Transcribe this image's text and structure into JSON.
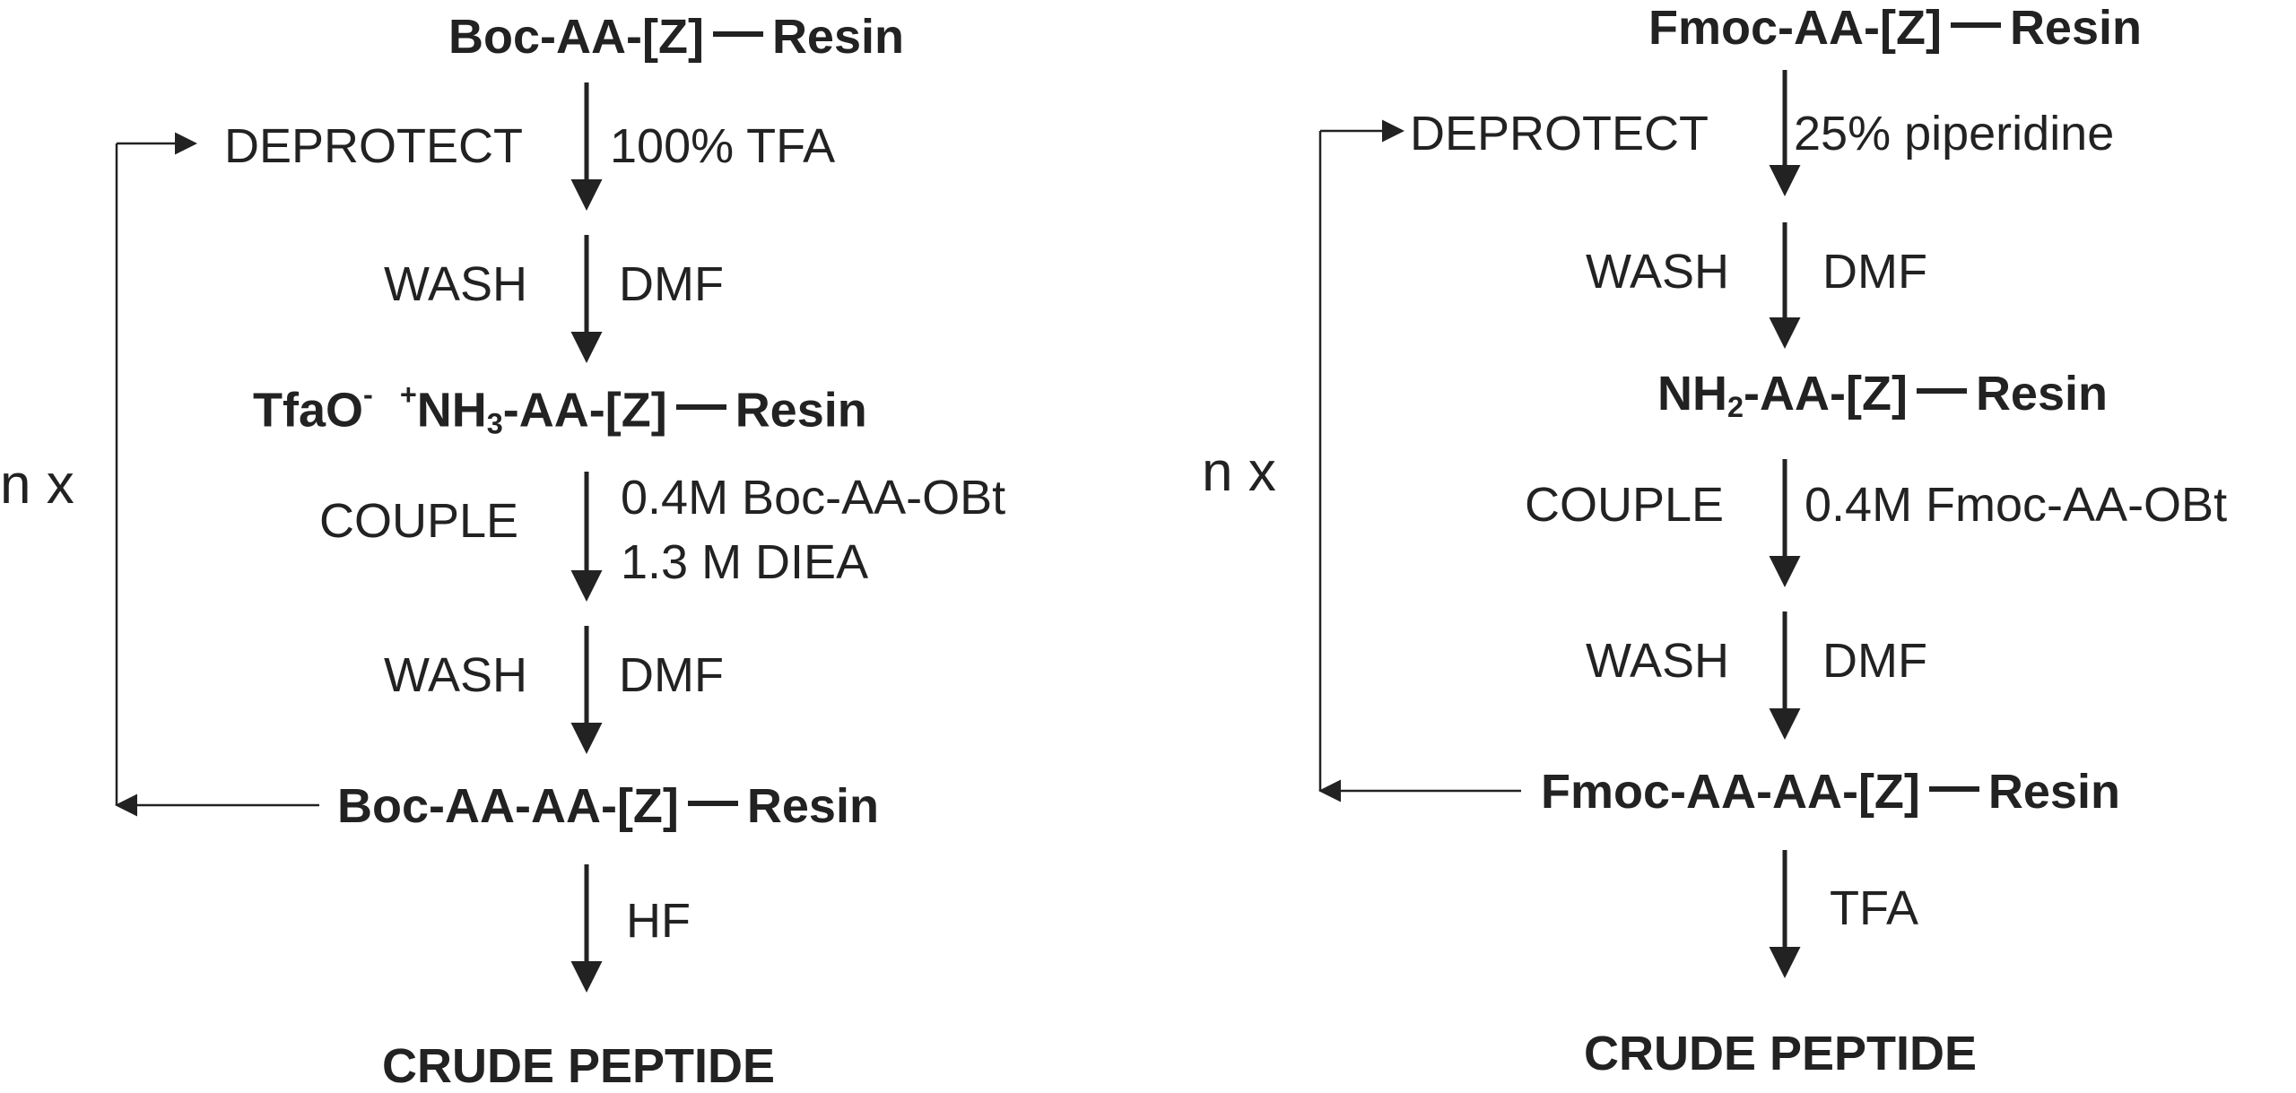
{
  "boc": {
    "start": {
      "prefix": "Boc-AA-[Z]",
      "suffix": "Resin"
    },
    "deprotect": {
      "step": "DEPROTECT",
      "reagent": "100% TFA"
    },
    "wash1": {
      "step": "WASH",
      "reagent": "DMF"
    },
    "intermediate": {
      "anion": "TfaO",
      "anion_sup": "-",
      "cation_sup": "+",
      "amine_main": "NH",
      "amine_sub": "3",
      "tail": "-AA-[Z]",
      "suffix": "Resin"
    },
    "couple": {
      "step": "COUPLE",
      "reagent1": "0.4M Boc-AA-OBt",
      "reagent2": "1.3 M DIEA"
    },
    "wash2": {
      "step": "WASH",
      "reagent": "DMF"
    },
    "product": {
      "prefix": "Boc-AA-AA-[Z]",
      "suffix": "Resin"
    },
    "cleave": {
      "reagent": "HF"
    },
    "final": "CRUDE PEPTIDE",
    "loop_label": "n x"
  },
  "fmoc": {
    "start": {
      "prefix": "Fmoc-AA-[Z]",
      "suffix": "Resin"
    },
    "deprotect": {
      "step": "DEPROTECT",
      "reagent": "25% piperidine"
    },
    "wash1": {
      "step": "WASH",
      "reagent": "DMF"
    },
    "intermediate": {
      "amine_main": "NH",
      "amine_sub": "2",
      "tail": "-AA-[Z]",
      "suffix": "Resin"
    },
    "couple": {
      "step": "COUPLE",
      "reagent1": "0.4M Fmoc-AA-OBt"
    },
    "wash2": {
      "step": "WASH",
      "reagent": "DMF"
    },
    "product": {
      "prefix": "Fmoc-AA-AA-[Z]",
      "suffix": "Resin"
    },
    "cleave": {
      "reagent": "TFA"
    },
    "final": "CRUDE PEPTIDE",
    "loop_label": "n x"
  }
}
